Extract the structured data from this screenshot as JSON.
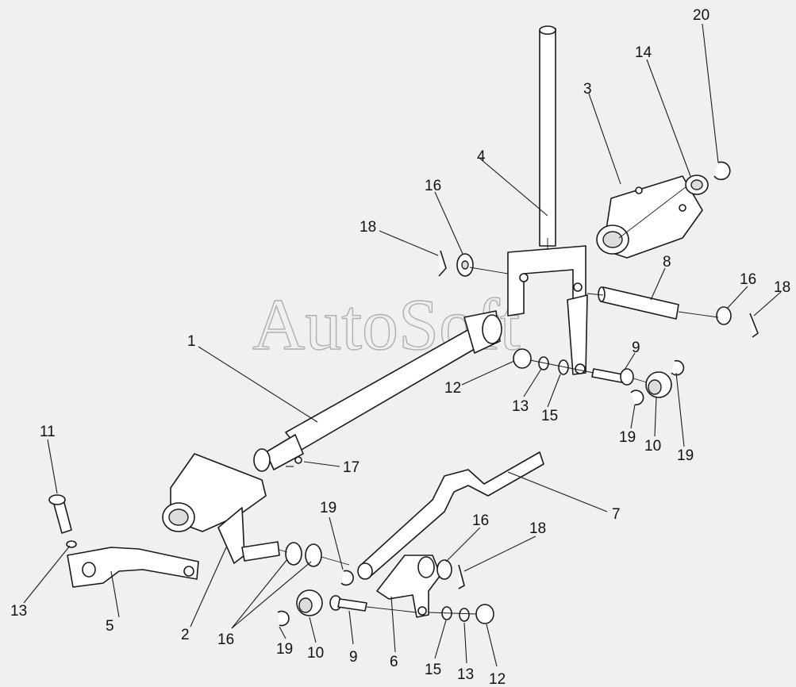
{
  "watermark": "AutoSoft",
  "labels": {
    "n1": "1",
    "n2": "2",
    "n3": "3",
    "n4": "4",
    "n5": "5",
    "n6": "6",
    "n7": "7",
    "n8": "8",
    "n9a": "9",
    "n9b": "9",
    "n10a": "10",
    "n10b": "10",
    "n11": "11",
    "n12a": "12",
    "n12b": "12",
    "n13a": "13",
    "n13b": "13",
    "n13c": "13",
    "n14": "14",
    "n15a": "15",
    "n15b": "15",
    "n16a": "16",
    "n16b": "16",
    "n16c": "16",
    "n16d": "16",
    "n17": "17",
    "n18a": "18",
    "n18b": "18",
    "n18c": "18",
    "n19a": "19",
    "n19b": "19",
    "n19c": "19",
    "n19d": "19",
    "n20": "20"
  },
  "colors": {
    "line": "#1a1a1a",
    "background": "#f0f0f0",
    "watermark": "#9a9a9a"
  }
}
